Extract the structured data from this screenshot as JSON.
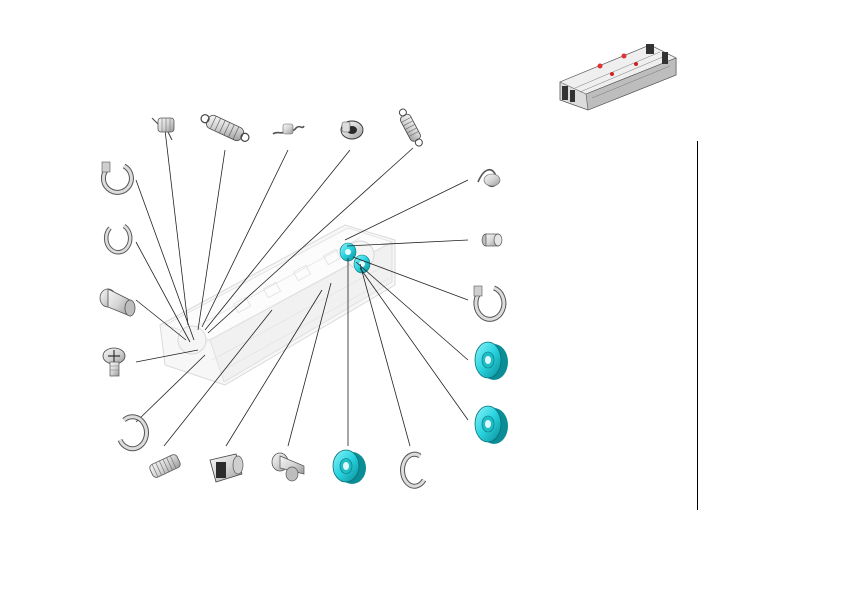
{
  "diagram": {
    "kind": "exploded-parts-view",
    "subject": "fuser-assembly",
    "labels_visible": false,
    "colors": {
      "leader": "#222222",
      "part_fill": "#e6e6e6",
      "part_stroke": "#555555",
      "bearing_highlight": "#27d3df",
      "assembly_ghost": "#d9d9d9",
      "divider": "#000000"
    },
    "parts_top": [
      "torsion-spring",
      "extension-spring",
      "wire-spring",
      "gear-bushing",
      "extension-spring"
    ],
    "parts_left": [
      "retaining-ring",
      "retaining-ring",
      "shoulder-pin",
      "screw-with-washer",
      "e-ring"
    ],
    "parts_bottom": [
      "compression-spring",
      "clamp-bushing",
      "shoulder-screw",
      "ball-bearing",
      "e-ring"
    ],
    "parts_right": [
      "wire-clip",
      "pin",
      "retaining-ring",
      "ball-bearing",
      "ball-bearing"
    ],
    "highlighted_parts": [
      "ball-bearing"
    ]
  }
}
